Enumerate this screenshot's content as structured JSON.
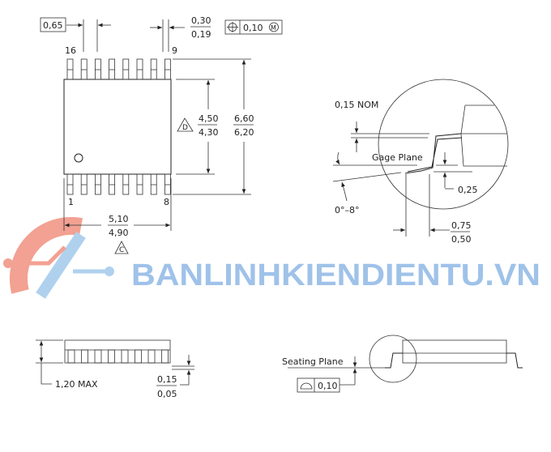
{
  "top_view": {
    "pitch": "0,65",
    "lead_width_max": "0,30",
    "lead_width_min": "0,19",
    "position_tolerance": "0,10",
    "position_modifier": "M",
    "pin_labels": {
      "top_left": "16",
      "top_right": "9",
      "bottom_left": "1",
      "bottom_right": "8"
    },
    "body_width_max": "4,50",
    "body_width_min": "4,30",
    "body_width_note": "D",
    "overall_width_max": "6,60",
    "overall_width_min": "6,20",
    "body_length_max": "5,10",
    "body_length_min": "4,90",
    "body_length_note": "C"
  },
  "detail_view": {
    "lead_thickness": "0,15 NOM",
    "gage_plane_label": "Gage Plane",
    "gage_height": "0,25",
    "angle_range": "0°–8°",
    "foot_length_max": "0,75",
    "foot_length_min": "0,50"
  },
  "side_view": {
    "height_label": "1,20 MAX",
    "standoff_max": "0,15",
    "standoff_min": "0,05",
    "seating_plane_label": "Seating Plane",
    "flatness_tolerance": "0,10"
  },
  "watermark": {
    "text": "BANLINHKIENDIENTU.VN"
  }
}
